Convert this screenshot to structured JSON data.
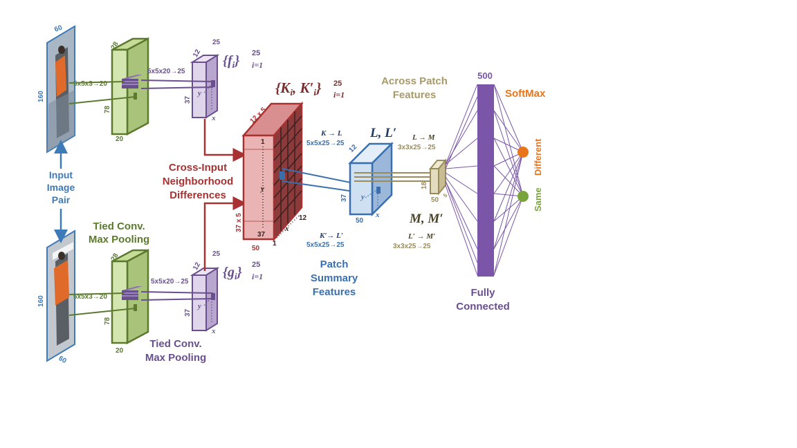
{
  "colors": {
    "blue": "#3d7ab8",
    "green": "#5b7a2e",
    "green_fill": "#d4e6b0",
    "purple": "#6a4f8f",
    "purple_fill": "#e0d6ec",
    "red": "#a83232",
    "red_fill": "#eab4b4",
    "patch_blue": "#3a6fae",
    "patch_fill": "#cfe0f2",
    "tan": "#9a8c5a",
    "tan_fill": "#e3dcbf",
    "fc": "#7a55a8",
    "orange": "#e8751a",
    "same_green": "#79a33b"
  },
  "input": {
    "label_line1": "Input",
    "label_line2": "Image",
    "label_line3": "Pair",
    "top_width": "60",
    "top_height": "160",
    "bottom_width": "60",
    "bottom_height": "160"
  },
  "tied_conv_top": {
    "filter": "5x5x3→20",
    "dim_top": "28",
    "dim_side": "78",
    "dim_bottom": "20",
    "label_line1": "Tied Conv.",
    "label_line2": "Max Pooling"
  },
  "tied_conv_bottom": {
    "filter": "5x5x3→20",
    "dim_top": "28",
    "dim_side": "78",
    "dim_bottom": "20",
    "label_line1": "Tied Conv.",
    "label_line2": "Max Pooling"
  },
  "feature_top": {
    "filter": "5x5x20→25",
    "dim_top_left": "12",
    "dim_top_right": "25",
    "dim_side": "37",
    "axis_x": "x",
    "axis_y": "y",
    "set_label": "{f",
    "set_sub": "i",
    "set_sup": "25",
    "set_sub2": "i=1"
  },
  "feature_bottom": {
    "filter": "5x5x20→25",
    "dim_top_left": "12",
    "dim_top_right": "25",
    "dim_side": "37",
    "axis_x": "x",
    "axis_y": "y",
    "set_label": "{g",
    "set_sub": "i",
    "set_sup": "25",
    "set_sub2": "i=1"
  },
  "cross_input": {
    "label_line1": "Cross-Input",
    "label_line2": "Neighborhood",
    "label_line3": "Differences",
    "set_label": "{K",
    "set_sub": "i",
    "set_mid": ", K′",
    "set_sup": "25",
    "set_sub2": "i=1",
    "dim_top": "12 x 5",
    "dim_side": "37 x 5",
    "dim_bottom": "50",
    "grid_depth": "12",
    "idx_1_top": "1",
    "idx_y": "y",
    "idx_37": "37",
    "idx_1_bottom": "1",
    "idx_x": "x"
  },
  "patch_summary": {
    "label_line1": "Patch",
    "label_line2": "Summary",
    "label_line3": "Features",
    "title": "L, L′",
    "op_top": "K → L",
    "op_top_filter": "5x5x25→25",
    "op_bottom": "K′→ L′",
    "op_bottom_filter": "5x5x25→25",
    "dim_top": "12",
    "dim_side": "37",
    "dim_bottom": "50",
    "axis_x": "x",
    "axis_y": "y"
  },
  "across_patch": {
    "label_line1": "Across Patch",
    "label_line2": "Features",
    "title": "M, M′",
    "op_top": "L → M",
    "op_top_filter": "3x3x25→25",
    "op_bottom": "L′ → M′",
    "op_bottom_filter": "3x3x25→25",
    "dim_side": "18",
    "dim_bottom": "50",
    "dim_depth": "5"
  },
  "fully_connected": {
    "units": "500",
    "label_line1": "Fully",
    "label_line2": "Connected"
  },
  "softmax": {
    "label": "SoftMax",
    "out_different": "Different",
    "out_same": "Same"
  }
}
